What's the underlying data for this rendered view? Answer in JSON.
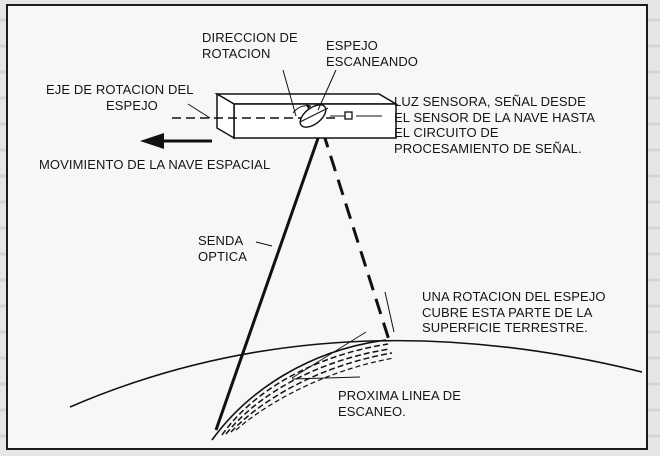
{
  "labels": {
    "rotation_direction": [
      "DIRECCION DE",
      "ROTACION"
    ],
    "scanning_mirror": [
      "ESPEJO",
      "ESCANEANDO"
    ],
    "mirror_axis": [
      "EJE DE ROTACION DEL",
      "ESPEJO"
    ],
    "sensor_light": [
      "LUZ SENSORA, SEÑAL DESDE",
      "EL SENSOR DE LA NAVE HASTA",
      "EL CIRCUITO DE",
      "PROCESAMIENTO DE SEÑAL."
    ],
    "spacecraft_motion": [
      "MOVIMIENTO DE LA NAVE ESPACIAL"
    ],
    "optical_path": [
      "SENDA",
      "OPTICA"
    ],
    "mirror_rotation_coverage": [
      "UNA ROTACION DEL ESPEJO",
      "CUBRE ESTA PARTE DE LA",
      "SUPERFICIE TERRESTRE."
    ],
    "next_scan_line": [
      "PROXIMA LINEA DE",
      "ESCANEO."
    ]
  }
}
